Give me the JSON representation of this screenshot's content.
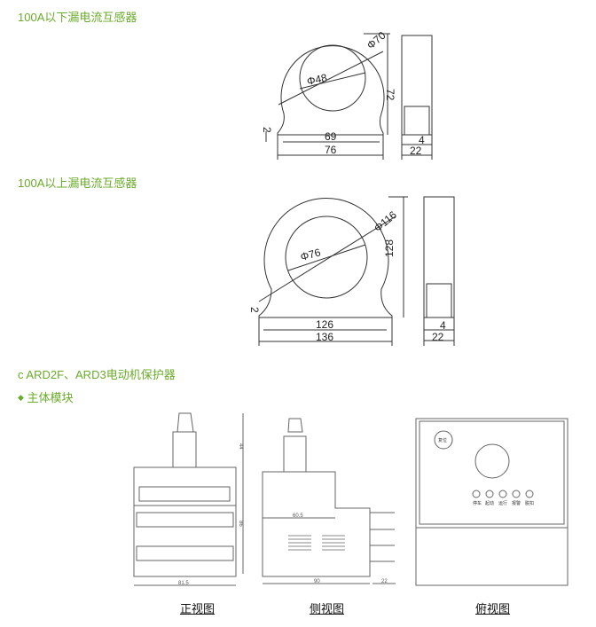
{
  "sections": {
    "small_ct_title": "100A以下漏电流互感器",
    "large_ct_title": "100A以上漏电流互感器",
    "protector_title": "c ARD2F、ARD3电动机保护器",
    "main_module_bullet": "◆",
    "main_module_title": "主体模块"
  },
  "small_ct": {
    "outer_dia": "Φ70",
    "inner_dia": "Φ48",
    "height": "72",
    "base_gap": "2",
    "hole_span": "69",
    "width": "76",
    "side_slot": "4",
    "side_width": "22"
  },
  "large_ct": {
    "outer_dia": "Φ116",
    "inner_dia": "Φ76",
    "height": "128",
    "base_gap": "2",
    "hole_span": "126",
    "width": "136",
    "side_slot": "4",
    "side_width": "22"
  },
  "protector": {
    "front": {
      "caption": "正视图",
      "top_height": "44",
      "body_height": "86",
      "width": "81.5"
    },
    "side": {
      "caption": "侧视图",
      "upper_depth": "60.5",
      "depth": "90",
      "terminal_depth": "22"
    },
    "top": {
      "caption": "俯视图",
      "reset_button": "复位",
      "indicators": [
        "停车",
        "起动",
        "运行",
        "报警",
        "脱扣"
      ]
    }
  },
  "colors": {
    "heading": "#6aab2a",
    "line": "#333333"
  }
}
